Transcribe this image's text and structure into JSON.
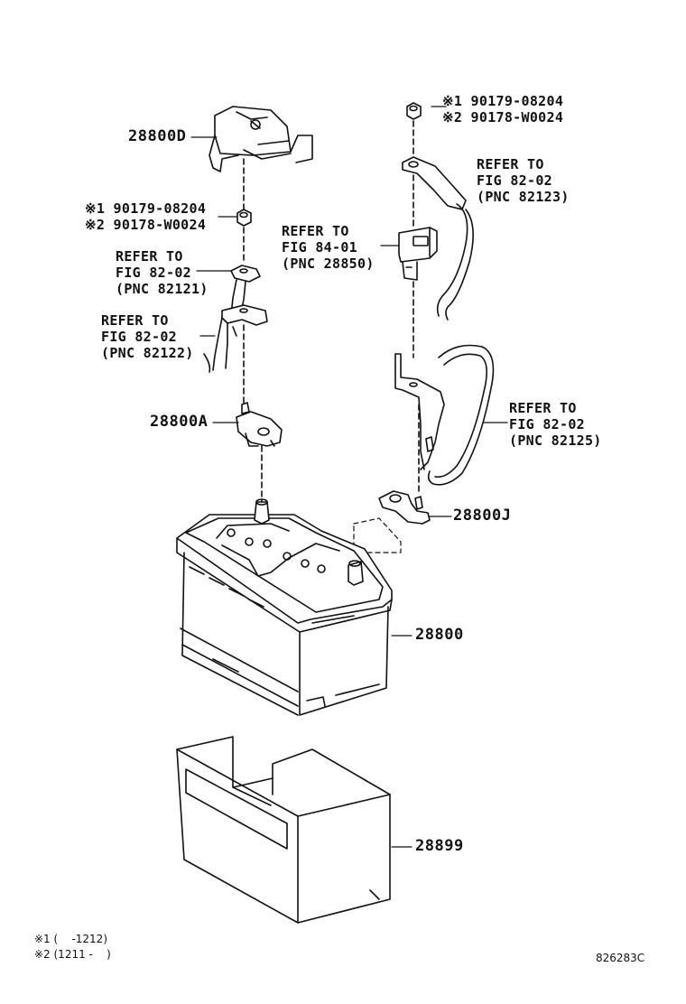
{
  "parts": {
    "p28800D": "28800D",
    "p28800A": "28800A",
    "p28800J": "28800J",
    "p28800": "28800",
    "p28899": "28899"
  },
  "nut_left": {
    "line1": "※1 90179-08204",
    "line2": "※2 90178-W0024"
  },
  "nut_right": {
    "line1": "※1 90179-08204",
    "line2": "※2 90178-W0024"
  },
  "refs": {
    "r82121": {
      "l1": "REFER TO",
      "l2": "FIG 82-02",
      "l3": "(PNC 82121)"
    },
    "r82122": {
      "l1": "REFER TO",
      "l2": "FIG 82-02",
      "l3": "(PNC 82122)"
    },
    "r82123": {
      "l1": "REFER TO",
      "l2": "FIG 82-02",
      "l3": "(PNC 82123)"
    },
    "r28850": {
      "l1": "REFER TO",
      "l2": "FIG 84-01",
      "l3": "(PNC 28850)"
    },
    "r82125": {
      "l1": "REFER TO",
      "l2": "FIG 82-02",
      "l3": "(PNC 82125)"
    }
  },
  "footnotes": {
    "n1": "※1 (    -1212)",
    "n2": "※2 (1211 -    )"
  },
  "figure_id": "826283C"
}
